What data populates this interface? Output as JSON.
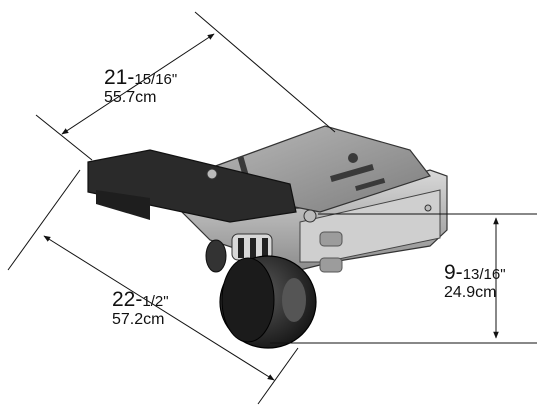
{
  "dimensions": {
    "width": {
      "imperial_whole": "21-",
      "imperial_fraction": "15/16\"",
      "metric": "55.7cm"
    },
    "depth": {
      "imperial_whole": "22-",
      "imperial_fraction": "1/2\"",
      "metric": "57.2cm"
    },
    "height": {
      "imperial_whole": "9-",
      "imperial_fraction": "13/16\"",
      "metric": "24.9cm"
    }
  },
  "colors": {
    "line": "#111111",
    "body_dark": "#2a2a2a",
    "body_mid": "#6b6b6b",
    "body_light": "#bdbdbd",
    "plate": "#9a9a9a"
  }
}
